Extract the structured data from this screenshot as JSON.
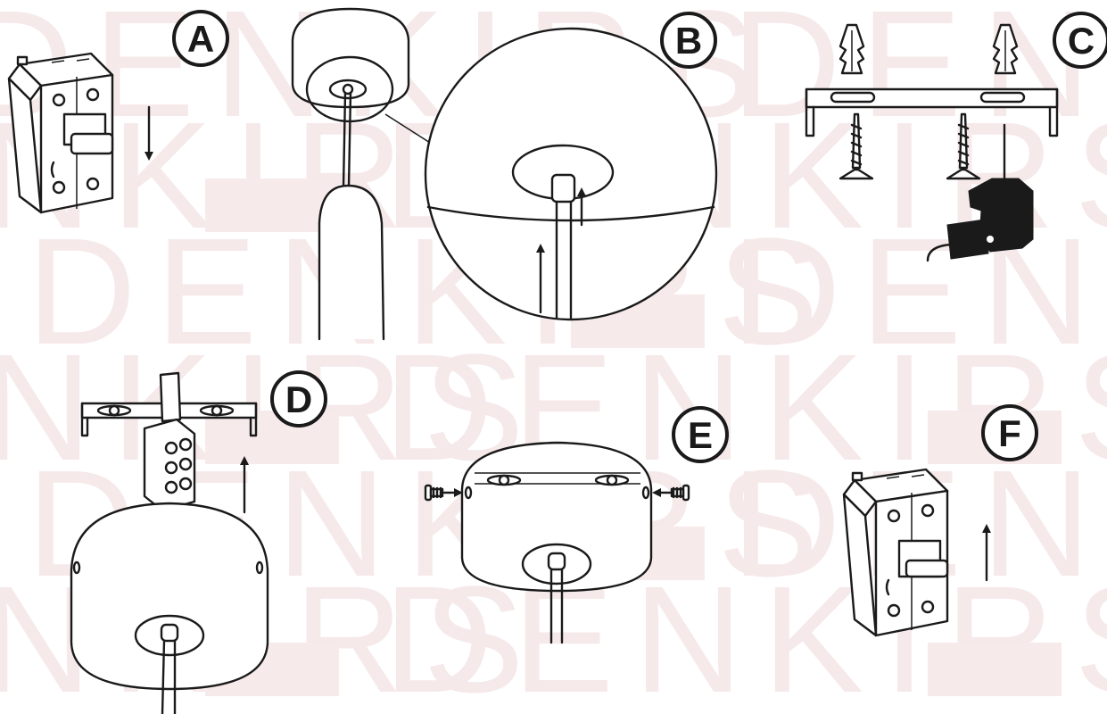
{
  "watermark": {
    "brand": "DENKIRS",
    "color": "#f6e9ea"
  },
  "steps": [
    {
      "letter": "A",
      "icon": "circuit-breaker-off-icon"
    },
    {
      "letter": "B",
      "icon": "ceiling-cable-magnify-icon"
    },
    {
      "letter": "C",
      "icon": "mounting-bracket-drill-icon"
    },
    {
      "letter": "D",
      "icon": "terminal-block-connect-icon"
    },
    {
      "letter": "E",
      "icon": "canopy-screws-icon"
    },
    {
      "letter": "F",
      "icon": "circuit-breaker-on-icon"
    }
  ]
}
